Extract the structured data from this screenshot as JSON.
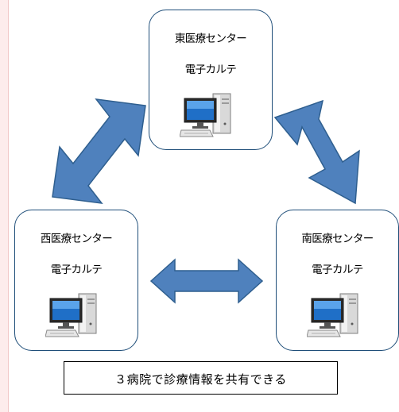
{
  "nodes": {
    "east": {
      "title": "東医療センター",
      "subtitle": "電子カルテ",
      "icon": "desktop-computer-icon"
    },
    "west": {
      "title": "西医療センター",
      "subtitle": "電子カルテ",
      "icon": "desktop-computer-icon"
    },
    "south": {
      "title": "南医療センター",
      "subtitle": "電子カルテ",
      "icon": "desktop-computer-icon"
    }
  },
  "caption": {
    "text": "３病院で診療情報を共有できる"
  },
  "colors": {
    "arrow_fill": "#4f81bd",
    "arrow_stroke": "#2f5f8f",
    "node_border": "#1f4e79",
    "left_band": "#fdecec"
  }
}
